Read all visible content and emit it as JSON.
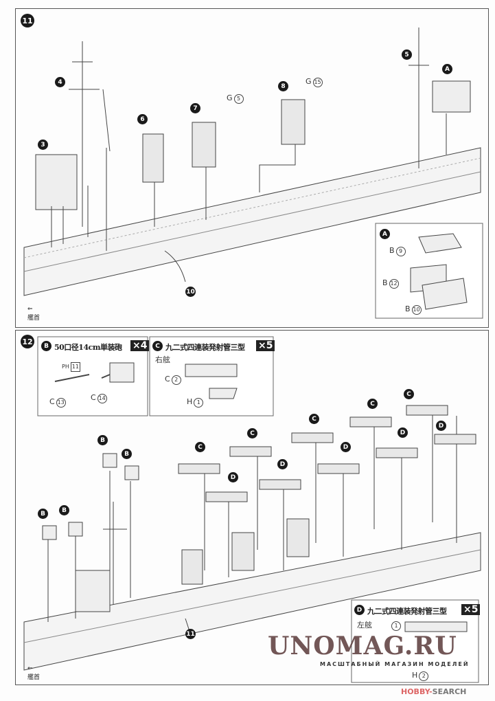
{
  "step11": {
    "number": "11",
    "callouts": {
      "c3": "3",
      "c4": "4",
      "c5": "5",
      "c6": "6",
      "c7": "7",
      "c8": "8",
      "c10": "10",
      "cA": "A"
    },
    "parts": {
      "g5_letter": "G",
      "g5_num": "5",
      "g15_letter": "G",
      "g15_num": "15"
    },
    "bow_label": "艦首",
    "inset": {
      "letter": "A",
      "b9_letter": "B",
      "b9_num": "9",
      "b12_letter": "B",
      "b12_num": "12",
      "b10_letter": "B",
      "b10_num": "10"
    }
  },
  "step12": {
    "number": "12",
    "box_b": {
      "letter": "B",
      "title": "50口径14cm単装砲",
      "multiplier": "×4",
      "ph_label": "PH",
      "ph_num": "11",
      "c13_letter": "C",
      "c13_num": "13",
      "c14_letter": "C",
      "c14_num": "14"
    },
    "box_c": {
      "letter": "C",
      "title": "九二式四連装発射管三型",
      "multiplier": "×5",
      "side": "右舷",
      "c2_letter": "C",
      "c2_num": "2",
      "h1_letter": "H",
      "h1_num": "1"
    },
    "box_d": {
      "letter": "D",
      "title": "九二式四連装発射管三型",
      "multiplier": "×5",
      "side": "左舷",
      "d1_num": "1",
      "h2_letter": "H",
      "h2_num": "2"
    },
    "callout_b": "B",
    "callout_c": "C",
    "callout_d": "D",
    "c11": "11",
    "bow_label": "艦首"
  },
  "watermark": {
    "brand": "UNOMAG.RU",
    "tagline": "МАСШТАБНЫЙ МАГАЗИН МОДЕЛЕЙ"
  },
  "credit": {
    "hobby": "HOBBY",
    "search": "SEARCH"
  }
}
